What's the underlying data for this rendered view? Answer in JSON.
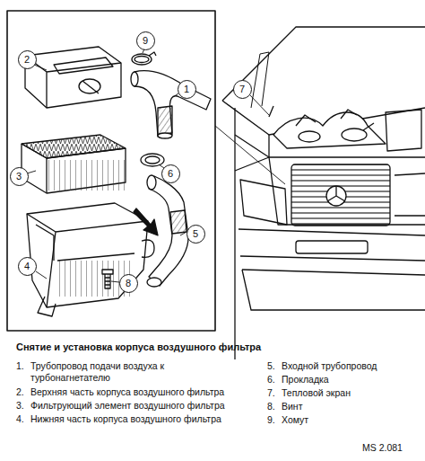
{
  "diagram": {
    "title": "Снятие и установка корпуса воздушного фильтра",
    "nodes": [
      {
        "text": [
          "9"
        ]
      },
      {
        "text": [
          "2"
        ]
      },
      {
        "text": [
          "7"
        ]
      },
      {
        "text": [
          "1"
        ]
      },
      {
        "text": [
          "3"
        ]
      },
      {
        "text": [
          "6"
        ]
      },
      {
        "text": [
          "5"
        ]
      },
      {
        "text": [
          "4"
        ]
      },
      {
        "text": [
          "8"
        ]
      }
    ],
    "labels": [
      "1.",
      "Трубопровод подачи воздуха к турбонагнетателю",
      "2.",
      "Верхняя часть корпуса воздушного фильтра",
      "3.",
      "Фильтрующий элемент воздушного фильтра",
      "4.",
      "Нижняя часть корпуса воздушного фильтра",
      "5.",
      "Входной трубопровод",
      "6.",
      "Прокладка",
      "7.",
      "Тепловой экран",
      "8.",
      "Винт",
      "9.",
      "Хомут",
      "MS 2.081"
    ]
  }
}
